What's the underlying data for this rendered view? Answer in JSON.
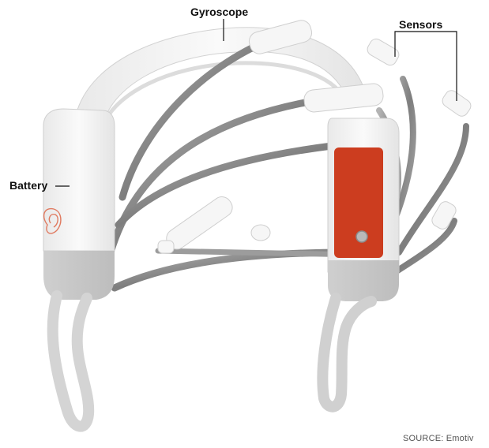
{
  "labels": {
    "gyroscope": "Gyroscope",
    "sensors": "Sensors",
    "battery": "Battery"
  },
  "source": "SOURCE: Emotiv",
  "colors": {
    "accent": "#cc3d1f",
    "shell": "#f2f2f2",
    "metal": "#8a8a8a"
  }
}
